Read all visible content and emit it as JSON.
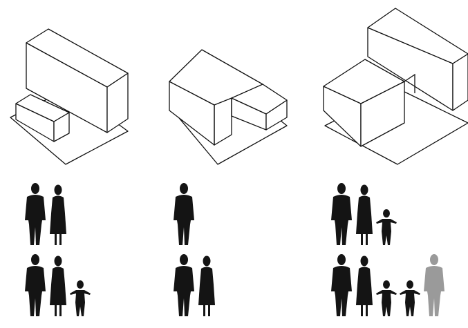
{
  "colors": {
    "background": "#ffffff",
    "line": "#111111",
    "figure_dark": "#141414",
    "figure_light": "#9a9a9a"
  },
  "columns": [
    {
      "id": "left",
      "building": "tall-block-with-low-annex",
      "household_rows": [
        [
          "man",
          "woman"
        ],
        [
          "man",
          "woman",
          "child"
        ]
      ]
    },
    {
      "id": "middle",
      "building": "stepped-block-with-notch",
      "household_rows": [
        [
          "man"
        ],
        [
          "man",
          "woman"
        ]
      ]
    },
    {
      "id": "right",
      "building": "two-block-linked-house",
      "household_rows": [
        [
          "man",
          "woman",
          "child"
        ],
        [
          "man",
          "woman",
          "child",
          "child",
          "elder"
        ]
      ]
    }
  ]
}
